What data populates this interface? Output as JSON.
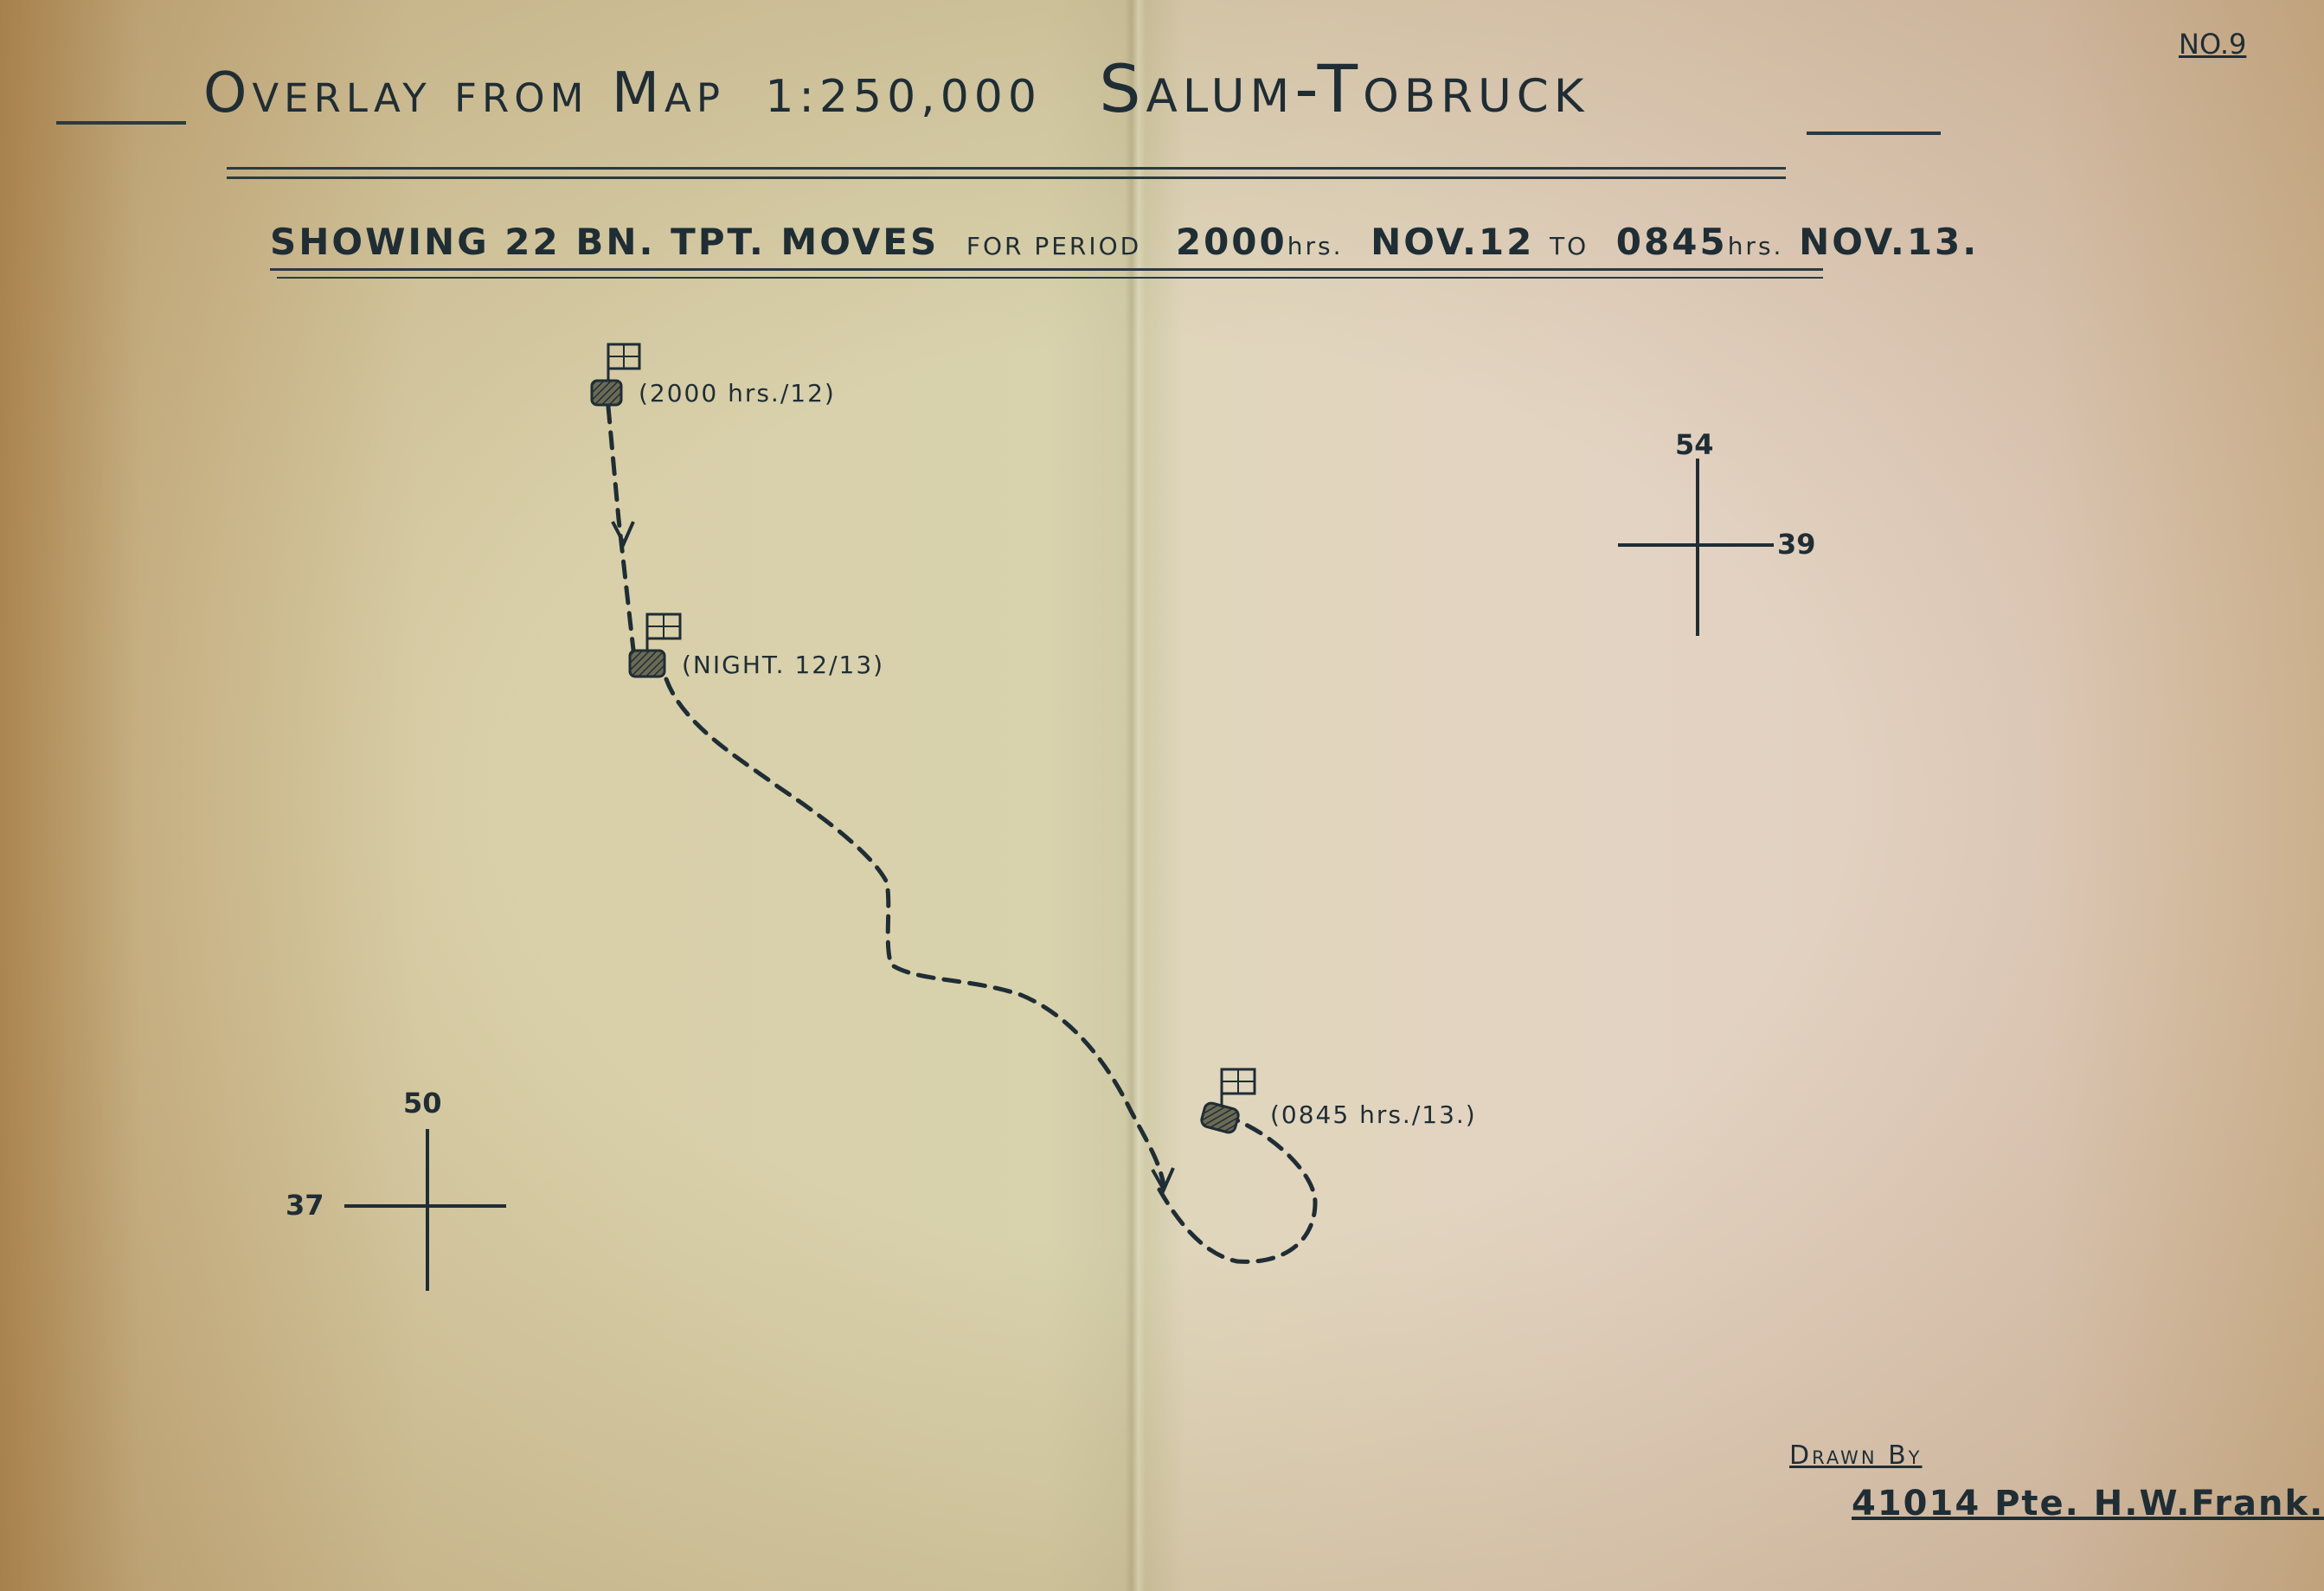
{
  "sheet_number": "NO.9",
  "title": {
    "part1": "Overlay from Map",
    "scale": "1:250,000",
    "place": "Salum-Tobruck"
  },
  "subtitle": {
    "showing": "SHOWING 22 BN. TPT. MOVES",
    "for_period": "FOR PERIOD",
    "start_time": "2000",
    "hrs1": "hrs.",
    "start_date": "NOV.12",
    "to": "TO",
    "end_time": "0845",
    "hrs2": "hrs.",
    "end_date": "NOV.13."
  },
  "positions": [
    {
      "label": "(2000 hrs./12)"
    },
    {
      "label": "(NIGHT. 12/13)"
    },
    {
      "label": "(0845 hrs./13.)"
    }
  ],
  "grid_refs": {
    "upper_right": {
      "easting": "54",
      "northing": "39"
    },
    "lower_left": {
      "easting": "50",
      "northing": "37"
    }
  },
  "credit": {
    "drawn_by": "Drawn By",
    "author": "41014 Pte. H.W.Frank."
  },
  "colors": {
    "ink": "#1f2d35",
    "paper": "#d8d2ad"
  }
}
